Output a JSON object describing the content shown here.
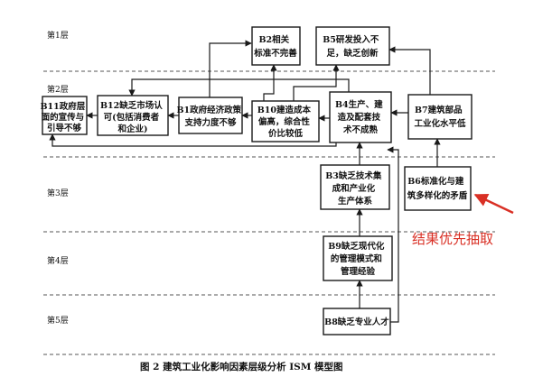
{
  "layers": [
    "第1层",
    "第2层",
    "第3层",
    "第4层",
    "第5层"
  ],
  "nodes": {
    "b2": [
      "B2相关",
      "标准不完善"
    ],
    "b5": [
      "B5研发投入不",
      "足，缺乏创新"
    ],
    "b11": [
      "B11政府层",
      "面的宣传与",
      "引导不够"
    ],
    "b12": [
      "B12缺乏市场认",
      "可(包括消费者",
      "和企业)"
    ],
    "b1": [
      "B1政府经济政策",
      "支持力度不够"
    ],
    "b10": [
      "B10建造成本",
      "偏高，综合性",
      "价比较低"
    ],
    "b4": [
      "B4生产、建",
      "造及配套技",
      "术不成熟"
    ],
    "b7": [
      "B7建筑部品",
      "工业化水平低"
    ],
    "b3": [
      "B3缺乏技术集",
      "成和产业化",
      "生产体系"
    ],
    "b6": [
      "B6标准化与建",
      "筑多样化的矛盾"
    ],
    "b9": [
      "B9缺乏现代化",
      "的管理模式和",
      "管理经验"
    ],
    "b8": [
      "B8缺乏专业人才"
    ]
  },
  "annotation": "结果优先抽取",
  "annotation_color": "#d93025",
  "caption": "图 2    建筑工业化影响因素层级分析 ISM 模型图"
}
